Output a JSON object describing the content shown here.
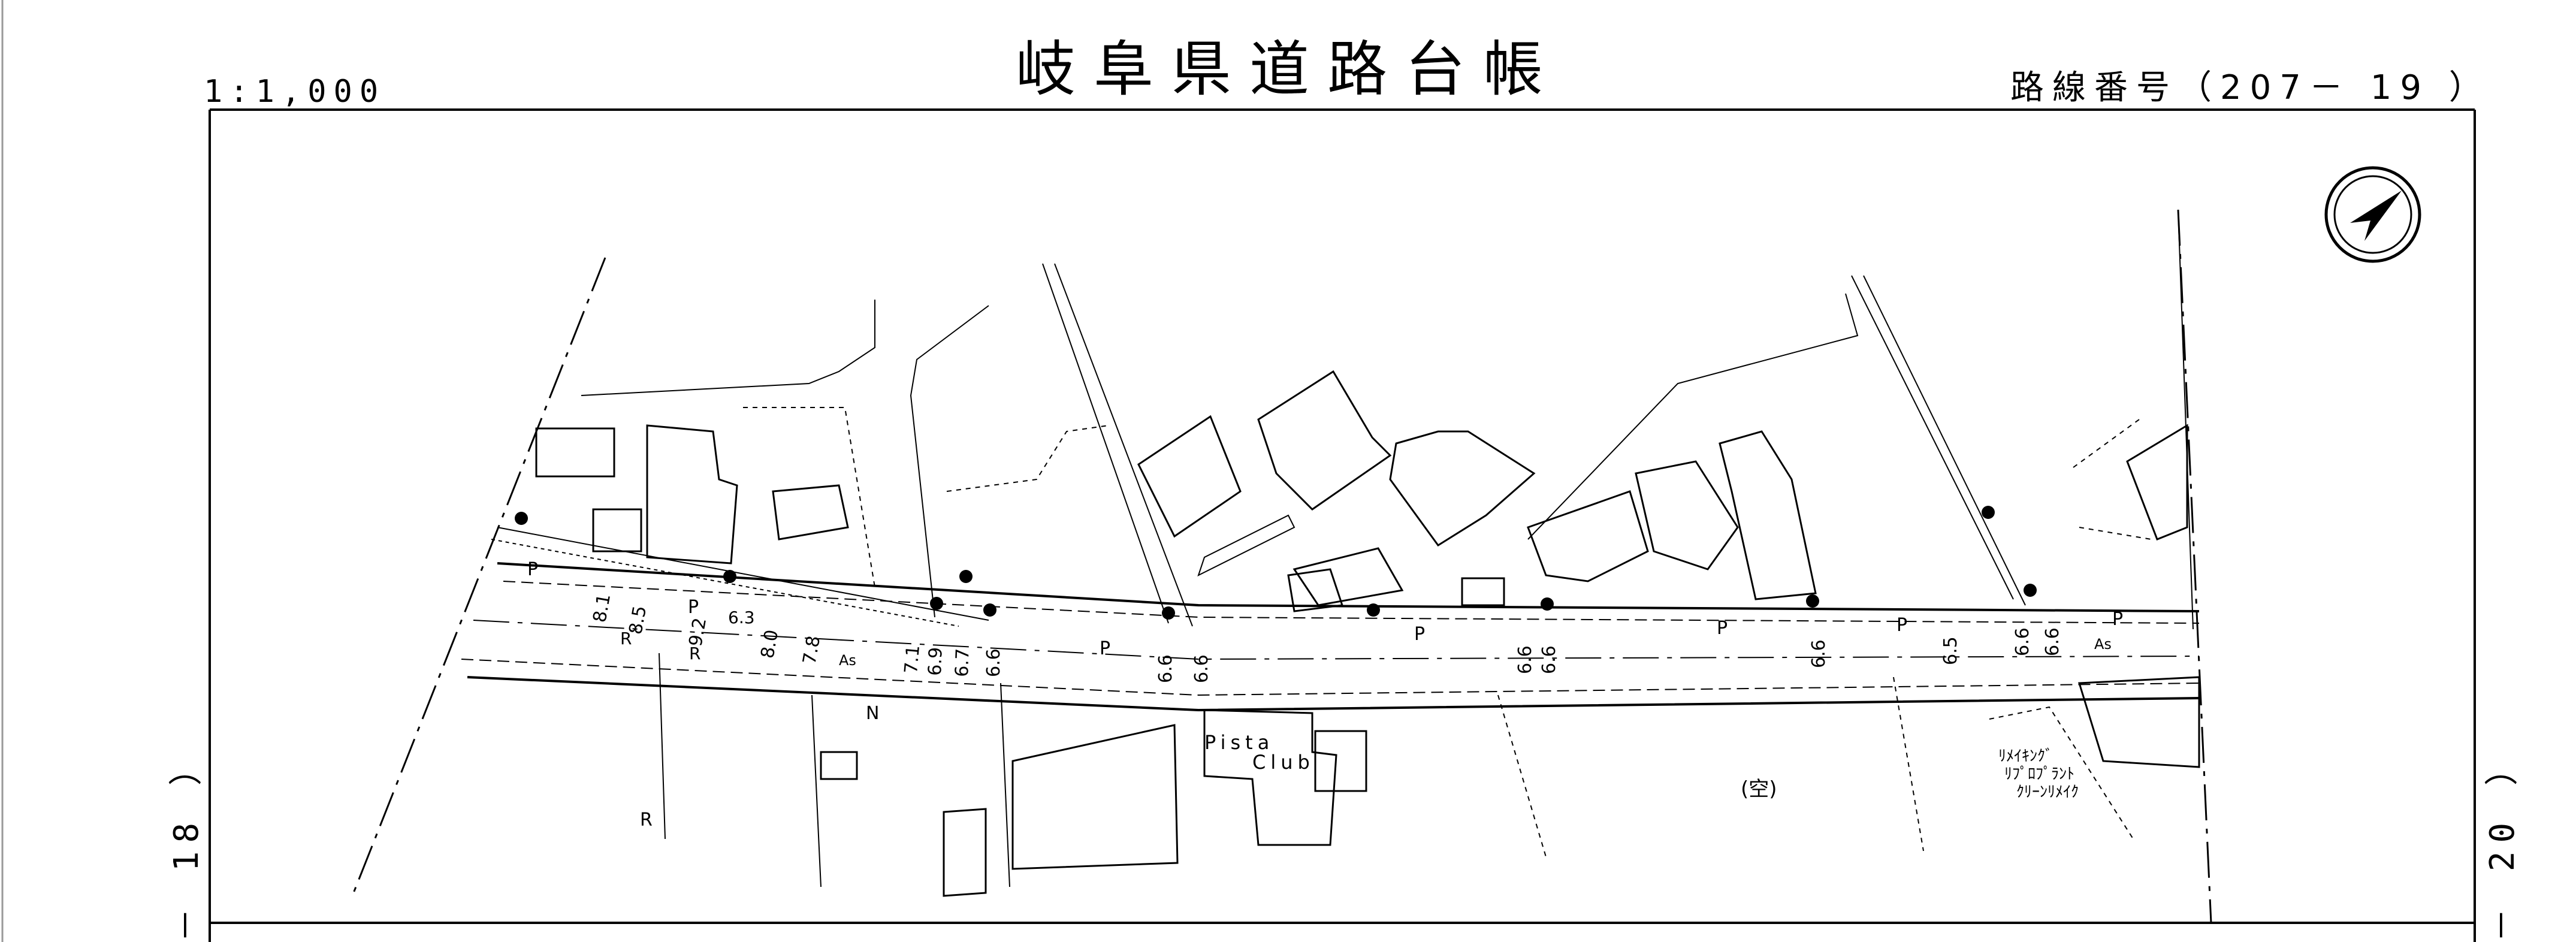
{
  "header": {
    "scale": "1:1,000",
    "title": "岐阜県道路台帳",
    "route": "路線番号（207－ 19 ）"
  },
  "sheet_refs": {
    "left": "－ 18 ）",
    "right": "－ 20 ）"
  },
  "north_arrow": {
    "icon": "north-arrow-icon"
  },
  "labels": {
    "shop_pista_1": "Pista",
    "shop_pista_2": "Club",
    "vacant": "(空)",
    "shop_remake_1": "ﾘﾒｲｷﾝｸﾞ",
    "shop_remake_2": "ﾘﾌﾟﾛﾌﾟﾗﾝﾄ",
    "shop_remake_3": "ｸﾘｰﾝﾘﾒｲｸ",
    "p1": "P",
    "p2": "P",
    "p3": "P",
    "p4": "P",
    "p5": "P",
    "p6": "P",
    "p7": "P",
    "as1": "As",
    "as2": "As",
    "r1": "R",
    "r2": "R",
    "r3": "R",
    "n1": "N",
    "w1": "6.3",
    "w2": "8.1",
    "w3": "8.5",
    "w4": "9.2",
    "w5": "8.0",
    "w6": "7.8",
    "w7": "7.1",
    "w8": "6.9",
    "w9": "6.7",
    "w10": "6.6",
    "w11": "6.6",
    "w12": "6.6",
    "w13": "6.6",
    "w14": "6.6",
    "w15": "6.6",
    "w16": "6.5",
    "w17": "6.6",
    "w18": "6.6"
  }
}
